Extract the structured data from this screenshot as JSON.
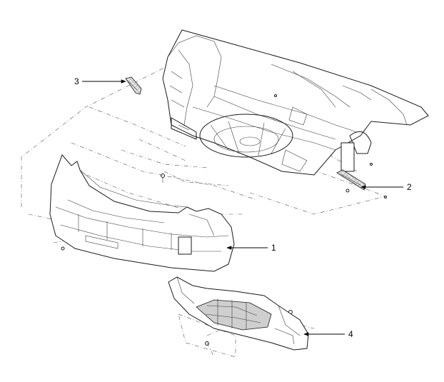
{
  "callouts": [
    {
      "id": "bumper",
      "label": "1"
    },
    {
      "id": "right-bracket",
      "label": "2"
    },
    {
      "id": "left-bracket",
      "label": "3"
    },
    {
      "id": "under-cover",
      "label": "4"
    }
  ],
  "colors": {
    "ink": "#1a1a1a",
    "background": "#ffffff",
    "shade": "#cfcfcf"
  }
}
